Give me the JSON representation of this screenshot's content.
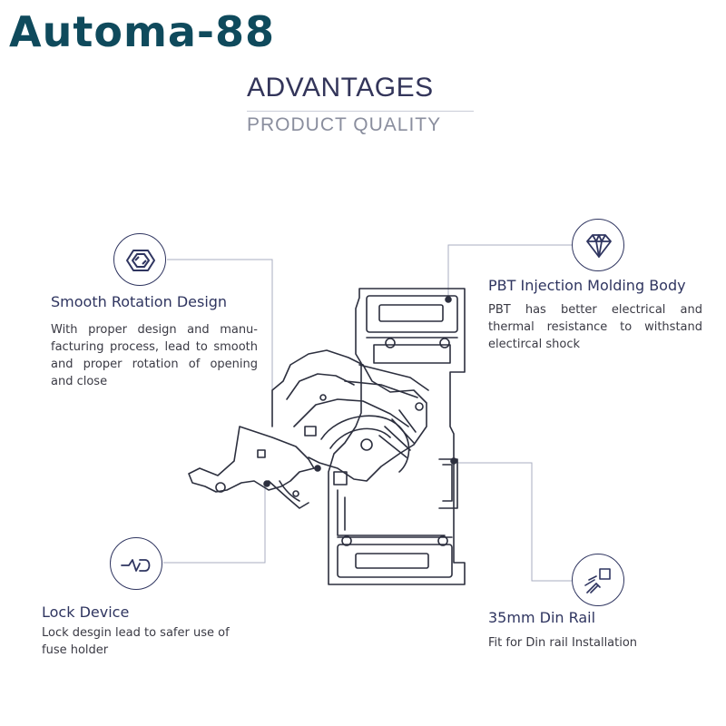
{
  "brand": {
    "text": "Automa-88"
  },
  "header": {
    "title": "ADVANTAGES",
    "subtitle": "PRODUCT QUALITY"
  },
  "features": {
    "smooth": {
      "icon": "rotation-icon",
      "title": "Smooth Rotation Design",
      "body": "With proper design and manu-facturing process, lead to smooth and proper rotation of opening and close"
    },
    "pbt": {
      "icon": "diamond-icon",
      "title": "PBT Injection Molding Body",
      "body": "PBT has better electrical and thermal resistance to withstand electircal shock"
    },
    "lock": {
      "icon": "lock-wave-icon",
      "title": "Lock Device",
      "body": "Lock desgin lead to safer use of fuse holder"
    },
    "din": {
      "icon": "din-rail-icon",
      "title": "35mm Din Rail",
      "body": "Fit for Din rail Installation"
    }
  },
  "colors": {
    "brand": "#0f4a5c",
    "accent": "#2f3560",
    "line": "#9aa0b4"
  }
}
